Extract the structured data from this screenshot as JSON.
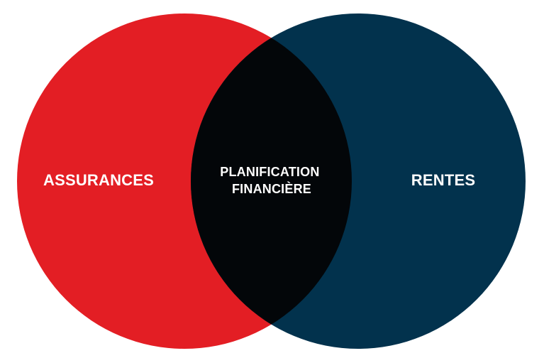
{
  "diagram": {
    "type": "venn",
    "left_set": {
      "label": "ASSURANCES",
      "color": "#e31e24"
    },
    "right_set": {
      "label": "RENTES",
      "color": "#02324d"
    },
    "intersection": {
      "label_line1": "PLANIFICATION",
      "label_line2": "FINANCIÈRE",
      "color": "#030609"
    },
    "background": "#ffffff"
  }
}
